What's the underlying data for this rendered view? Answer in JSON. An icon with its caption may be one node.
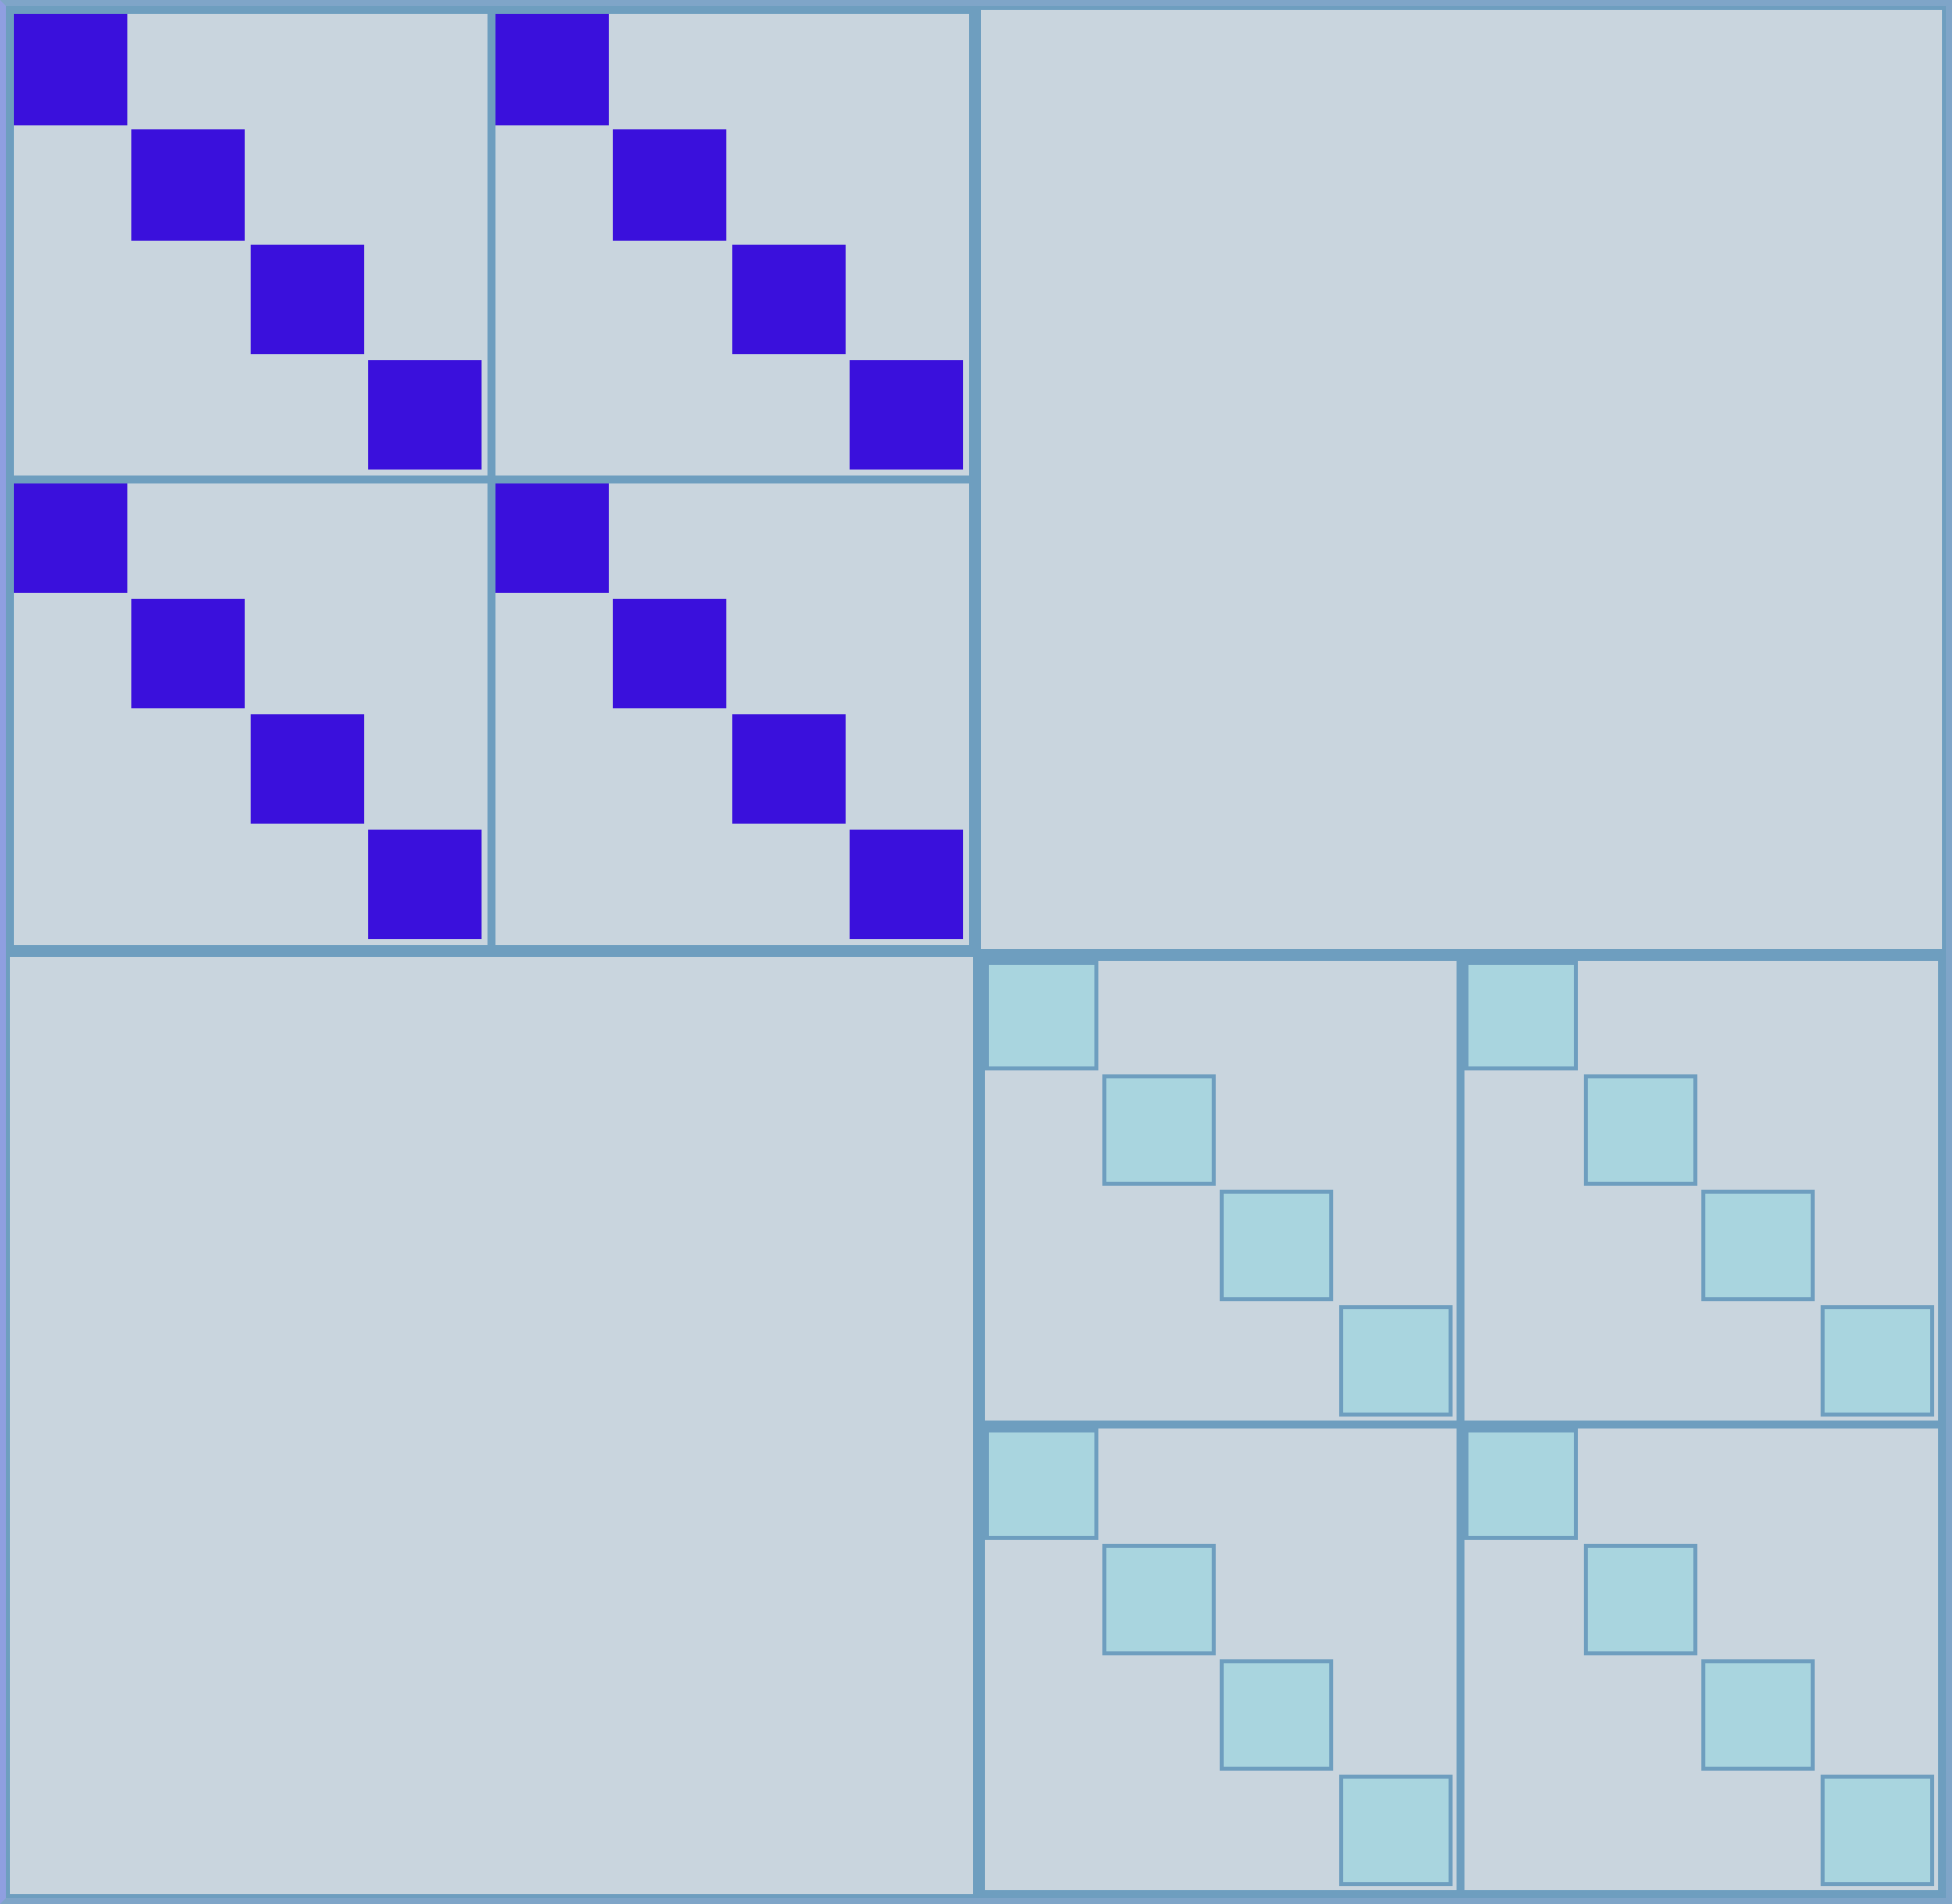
{
  "diagram": {
    "nodes": [
      {
        "text": [],
        "shape": "box"
      },
      {
        "text": [],
        "shape": "box",
        "in": 0
      },
      {
        "text": [],
        "shape": "box",
        "in": 1
      },
      {
        "text": [],
        "shape": "box",
        "in": 1
      },
      {
        "text": [],
        "shape": "box",
        "in": 1
      },
      {
        "text": [],
        "shape": "box",
        "in": 1
      },
      {
        "text": [],
        "shape": "box",
        "in": 0
      },
      {
        "text": [],
        "shape": "box",
        "in": 6
      },
      {
        "text": [],
        "shape": "box",
        "in": 6
      },
      {
        "text": [],
        "shape": "box",
        "in": 6
      },
      {
        "text": [],
        "shape": "box",
        "in": 6
      },
      {
        "text": [],
        "shape": "box",
        "in": 0
      },
      {
        "text": [],
        "shape": "box",
        "in": 11
      },
      {
        "text": [],
        "shape": "box",
        "in": 11
      },
      {
        "text": [],
        "shape": "box",
        "in": 11
      },
      {
        "text": [],
        "shape": "box",
        "in": 11
      },
      {
        "text": [],
        "shape": "box",
        "in": 0
      },
      {
        "text": [],
        "shape": "box",
        "in": 16
      },
      {
        "text": [],
        "shape": "box",
        "in": 16
      },
      {
        "text": [],
        "shape": "box",
        "in": 16
      },
      {
        "text": [],
        "shape": "box",
        "in": 16
      },
      {
        "text": [],
        "shape": "box"
      },
      {
        "text": [],
        "shape": "box"
      },
      {
        "text": [],
        "shape": "box"
      },
      {
        "text": [],
        "shape": "box",
        "in": 23
      },
      {
        "text": [],
        "shape": "box",
        "in": 24
      },
      {
        "text": [],
        "shape": "box",
        "in": 24
      },
      {
        "text": [],
        "shape": "box",
        "in": 24
      },
      {
        "text": [],
        "shape": "box",
        "in": 24
      },
      {
        "text": [],
        "shape": "box",
        "in": 23
      },
      {
        "text": [],
        "shape": "box",
        "in": 29
      },
      {
        "text": [],
        "shape": "box",
        "in": 29
      },
      {
        "text": [],
        "shape": "box",
        "in": 29
      },
      {
        "text": [],
        "shape": "box",
        "in": 29
      },
      {
        "text": [],
        "shape": "box",
        "in": 23
      },
      {
        "text": [],
        "shape": "box",
        "in": 34
      },
      {
        "text": [],
        "shape": "box",
        "in": 34
      },
      {
        "text": [],
        "shape": "box",
        "in": 34
      },
      {
        "text": [],
        "shape": "box",
        "in": 34
      },
      {
        "text": [],
        "shape": "box",
        "in": 23
      },
      {
        "text": [],
        "shape": "box",
        "in": 39
      },
      {
        "text": [],
        "shape": "box",
        "in": 39
      },
      {
        "text": [],
        "shape": "box",
        "in": 39
      },
      {
        "text": [],
        "shape": "box",
        "in": 39
      }
    ]
  }
}
